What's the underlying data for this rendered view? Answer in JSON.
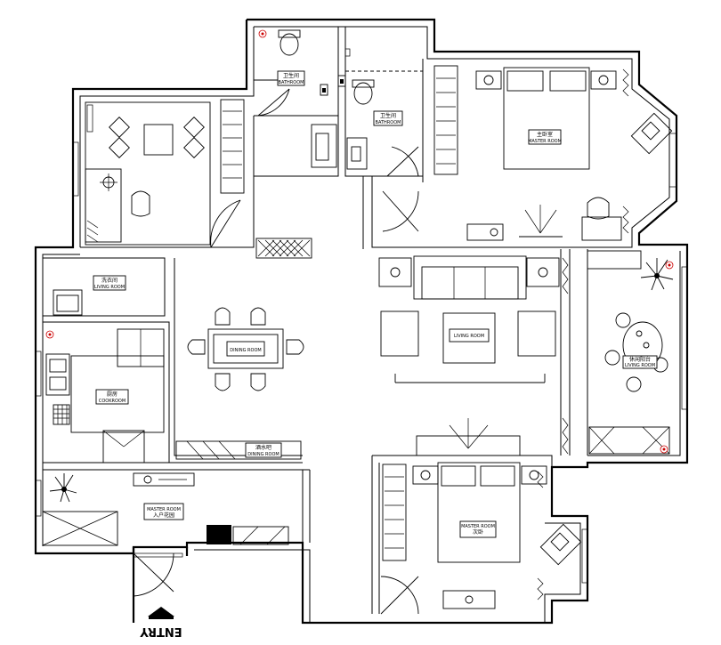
{
  "rooms": {
    "bathroom_1": {
      "cn": "卫生间",
      "en": "BATHROOM"
    },
    "bathroom_2": {
      "cn": "卫生间",
      "en": "BATHROOM"
    },
    "master_bedroom": {
      "cn": "主卧室",
      "en": "MASTER ROOM"
    },
    "living_room": {
      "en": "LIVING ROOM"
    },
    "laundry": {
      "cn": "洗衣间",
      "en": "LIVING ROOM"
    },
    "kitchen": {
      "cn": "厨房",
      "en": "COOKROOM"
    },
    "dining": {
      "en": "DINING ROOM"
    },
    "dining_label_2": {
      "cn": "酒水吧",
      "en": "DINING ROOM"
    },
    "balcony": {
      "cn": "休闲阳台",
      "en": "LIVING ROOM"
    },
    "entrance": {
      "cn": "入户花园",
      "en": "MASTER ROOM"
    },
    "second_bedroom": {
      "cn": "次卧",
      "en": "MASTER ROOM"
    }
  },
  "entry_label": "ENTRY",
  "icons": [
    "socket-icon",
    "plant-icon",
    "entry-arrow-icon"
  ]
}
